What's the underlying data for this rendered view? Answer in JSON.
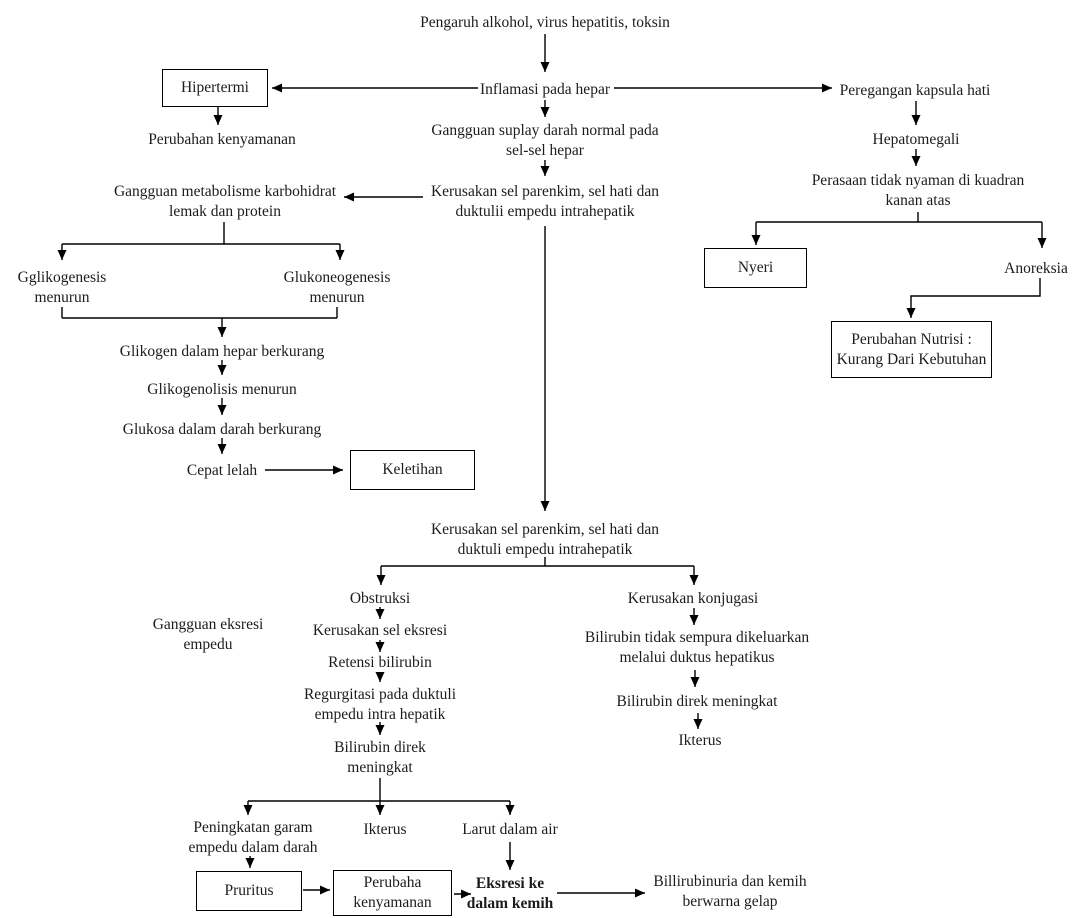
{
  "diagram_title": "Pathophysiology flowchart (hepatitis / liver disease, Indonesian)",
  "colors": {
    "background": "#ffffff",
    "text": "#1c1c1c",
    "line": "#000000",
    "box_border": "#000000"
  },
  "nodes": {
    "pengaruh": {
      "lines": [
        "Pengaruh alkohol, virus hepatitis, toksin"
      ]
    },
    "inflamasi": {
      "lines": [
        "Inflamasi pada hepar"
      ]
    },
    "hipertermi": {
      "lines": [
        "Hipertermi"
      ]
    },
    "perubahan_kenyamanan": {
      "lines": [
        "Perubahan kenyamanan"
      ]
    },
    "gangguan_suplay": {
      "lines": [
        "Gangguan suplay darah normal pada",
        "sel-sel hepar"
      ]
    },
    "kerusakan_1": {
      "lines": [
        "Kerusakan sel parenkim, sel hati dan",
        "duktulii empedu intrahepatik"
      ]
    },
    "gangguan_metabolisme": {
      "lines": [
        "Gangguan metabolisme karbohidrat",
        "lemak dan protein"
      ]
    },
    "gglikogenesis": {
      "lines": [
        "Gglikogenesis",
        "menurun"
      ]
    },
    "glukoneogenesis": {
      "lines": [
        "Glukoneogenesis",
        "menurun"
      ]
    },
    "glikogen": {
      "lines": [
        "Glikogen dalam hepar berkurang"
      ]
    },
    "glikogenolisis": {
      "lines": [
        "Glikogenolisis menurun"
      ]
    },
    "glukosa": {
      "lines": [
        "Glukosa dalam darah berkurang"
      ]
    },
    "cepat_lelah": {
      "lines": [
        "Cepat lelah"
      ]
    },
    "keletihan": {
      "lines": [
        "Keletihan"
      ]
    },
    "peregangan": {
      "lines": [
        "Peregangan kapsula hati"
      ]
    },
    "hepatomegali": {
      "lines": [
        "Hepatomegali"
      ]
    },
    "perasaan": {
      "lines": [
        "Perasaan tidak nyaman di kuadran",
        "kanan atas"
      ]
    },
    "nyeri": {
      "lines": [
        "Nyeri"
      ]
    },
    "anoreksia": {
      "lines": [
        "Anoreksia"
      ]
    },
    "perubahan_nutrisi": {
      "lines": [
        "Perubahan Nutrisi :",
        "Kurang Dari Kebutuhan"
      ]
    },
    "kerusakan_2": {
      "lines": [
        "Kerusakan sel parenkim, sel hati dan",
        "duktuli empedu intrahepatik"
      ]
    },
    "gangguan_eksresi": {
      "lines": [
        "Gangguan eksresi",
        "empedu"
      ]
    },
    "obstruksi": {
      "lines": [
        "Obstruksi"
      ]
    },
    "kerusakan_sel_eksresi": {
      "lines": [
        "Kerusakan sel eksresi"
      ]
    },
    "retensi_bilirubin": {
      "lines": [
        "Retensi bilirubin"
      ]
    },
    "regurgitasi": {
      "lines": [
        "Regurgitasi pada duktuli",
        "empedu intra hepatik"
      ]
    },
    "bilirubin_direk_kiri": {
      "lines": [
        "Bilirubin direk",
        "meningkat"
      ]
    },
    "kerusakan_konjugasi": {
      "lines": [
        "Kerusakan konjugasi"
      ]
    },
    "bilirubin_tidak_sempura": {
      "lines": [
        "Bilirubin tidak sempura dikeluarkan",
        "melalui duktus hepatikus"
      ]
    },
    "bilirubin_direk_kanan": {
      "lines": [
        "Bilirubin direk meningkat"
      ]
    },
    "ikterus_kanan": {
      "lines": [
        "Ikterus"
      ]
    },
    "peningkatan_garam": {
      "lines": [
        "Peningkatan garam",
        "empedu dalam darah"
      ]
    },
    "ikterus_bawah": {
      "lines": [
        "Ikterus"
      ]
    },
    "larut_dalam_air": {
      "lines": [
        "Larut dalam air"
      ]
    },
    "pruritus": {
      "lines": [
        "Pruritus"
      ]
    },
    "perubaha_kenyamanan": {
      "lines": [
        "Perubaha",
        "kenyamanan"
      ]
    },
    "eksresi_kemih": {
      "lines": [
        "Eksresi ke",
        "dalam kemih"
      ]
    },
    "billirubinuria": {
      "lines": [
        "Billirubinuria dan kemih",
        "berwarna gelap"
      ]
    }
  }
}
